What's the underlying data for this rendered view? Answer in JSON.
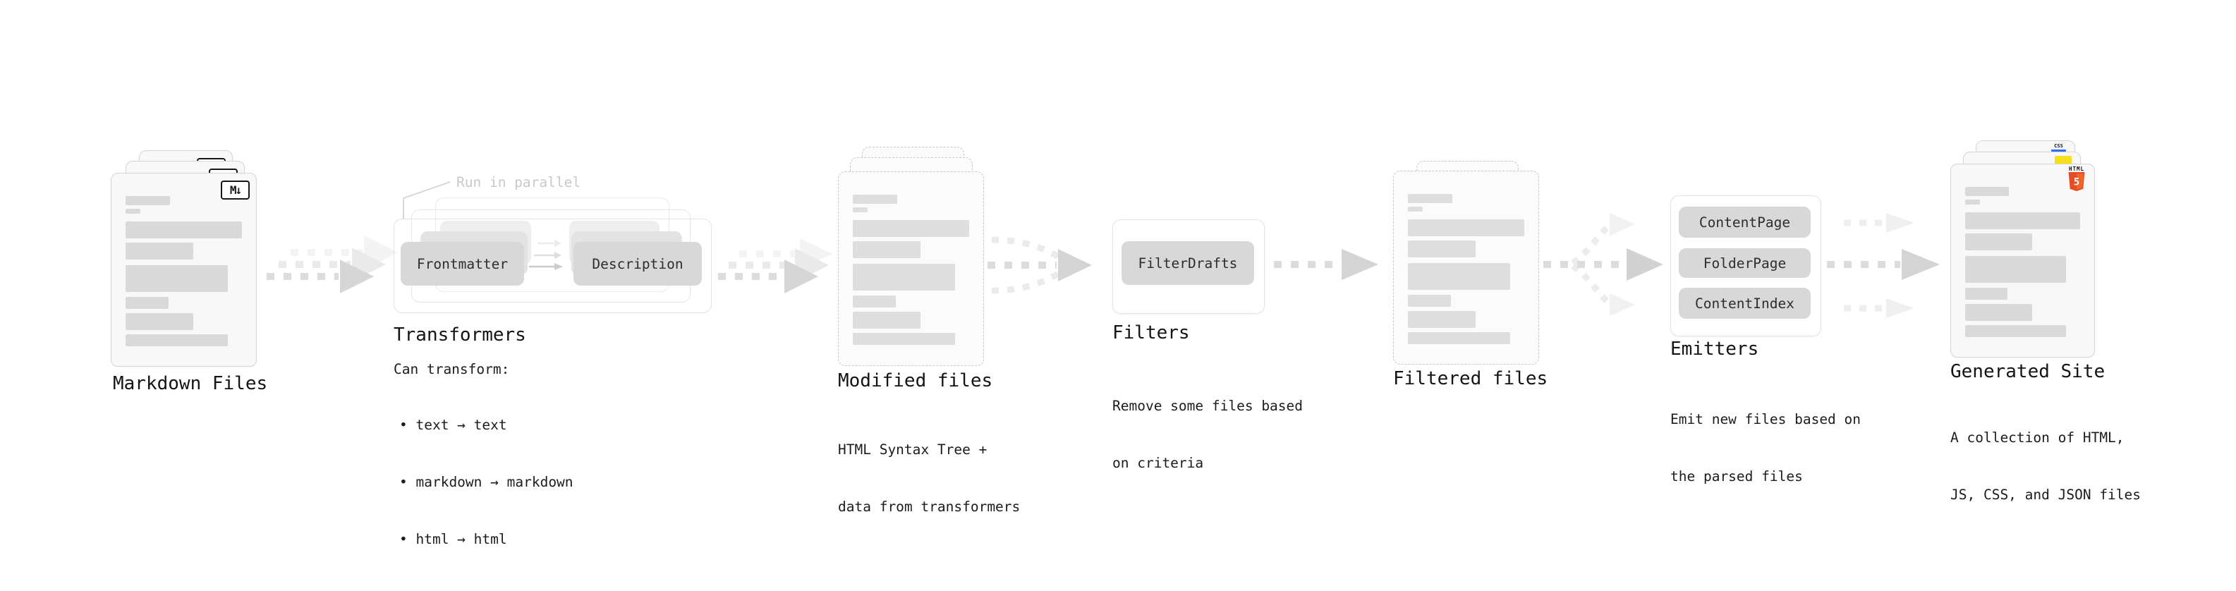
{
  "stages": {
    "markdown_files": {
      "title": "Markdown Files",
      "file_icon": "M↓"
    },
    "transformers": {
      "note": "Run in parallel",
      "badge_left": "Frontmatter",
      "badge_right": "Description",
      "title": "Transformers",
      "subtitle": "Can transform:",
      "bullets": [
        "• text → text",
        "• markdown → markdown",
        "• html → html"
      ]
    },
    "modified_files": {
      "title": "Modified files",
      "subtitle_lines": [
        "HTML Syntax Tree +",
        "data from transformers"
      ]
    },
    "filters": {
      "badge": "FilterDrafts",
      "title": "Filters",
      "subtitle_lines": [
        "Remove some files based",
        "on criteria"
      ]
    },
    "filtered_files": {
      "title": "Filtered files"
    },
    "emitters": {
      "badges": [
        "ContentPage",
        "FolderPage",
        "ContentIndex"
      ],
      "title": "Emitters",
      "subtitle_lines": [
        "Emit new files based on",
        "the parsed files"
      ]
    },
    "generated_site": {
      "title": "Generated Site",
      "subtitle_lines": [
        "A collection of HTML,",
        "JS, CSS, and JSON files"
      ],
      "html5_label": "HTML",
      "html5_number": "5",
      "css_icon_label": "CSS"
    }
  },
  "colors": {
    "html5_orange": "#e44d26",
    "html5_orange_light": "#f16529",
    "js_yellow": "#f7df1e",
    "css_blue": "#2f6bf2",
    "note_gray": "#c9c9c9",
    "arrow_gray": "#d6d6d6"
  }
}
